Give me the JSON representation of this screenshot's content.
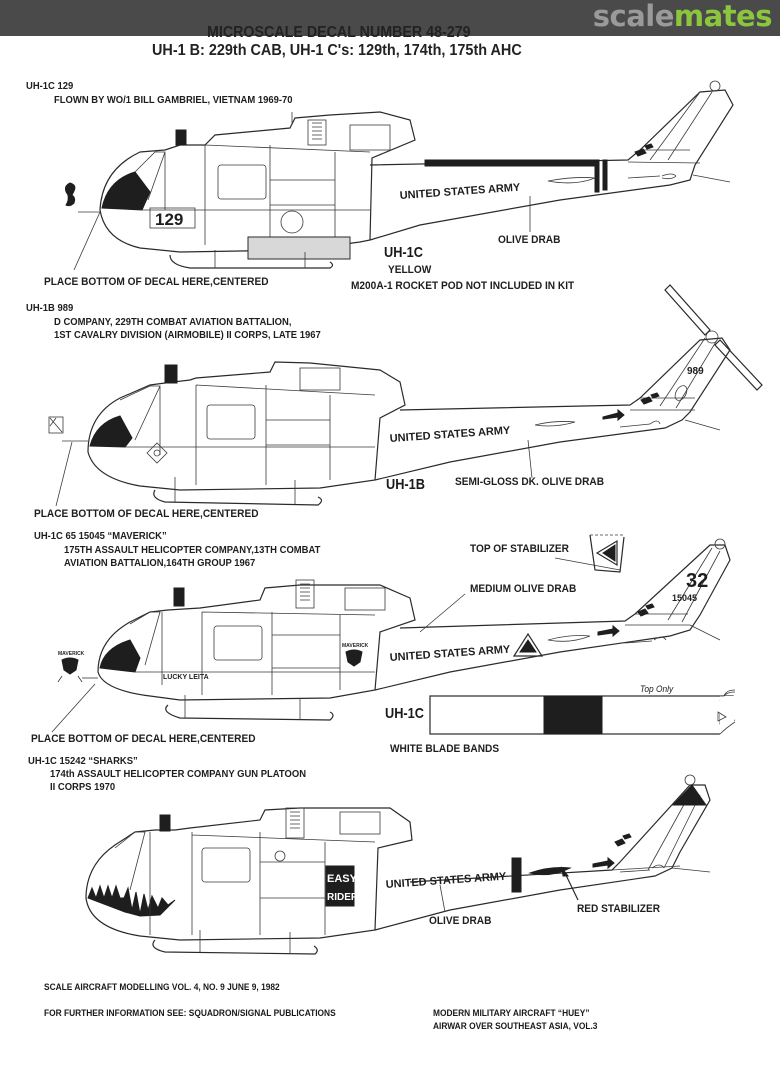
{
  "site": {
    "logo_part1": "scale",
    "logo_part2": "mates",
    "logo_colors": {
      "part1": "#9a9a9a",
      "part2": "#8cc63f",
      "bar": "#4a4a4a"
    }
  },
  "header": {
    "title": "MICROSCALE DECAL NUMBER 48-279",
    "subtitle": "UH-1 B: 229th CAB, UH-1 C's: 129th, 174th, 175th AHC"
  },
  "profiles": [
    {
      "heading": "UH-1C 129",
      "lines": [
        "FLOWN BY WO/1 BILL GAMBRIEL, VIETNAM 1969-70"
      ],
      "nose_number": "129",
      "fuselage_text": "UNITED STATES ARMY",
      "placement_note": "PLACE BOTTOM OF DECAL HERE,CENTERED",
      "type_label": "UH-1C",
      "callouts": [
        "OLIVE DRAB",
        "YELLOW",
        "M200A-1 ROCKET POD NOT INCLUDED IN KIT"
      ]
    },
    {
      "heading": "UH-1B 989",
      "lines": [
        "D COMPANY, 229TH COMBAT AVIATION BATTALION,",
        "1ST CAVALRY DIVISION (AIRMOBILE) II CORPS, LATE 1967"
      ],
      "tail_number": "989",
      "fuselage_text": "UNITED STATES ARMY",
      "placement_note": "PLACE BOTTOM OF DECAL HERE,CENTERED",
      "type_label": "UH-1B",
      "callouts": [
        "SEMI-GLOSS DK. OLIVE DRAB"
      ]
    },
    {
      "heading": "UH-1C 65 15045   “MAVERICK”",
      "lines": [
        "175TH ASSAULT HELICOPTER COMPANY,13TH COMBAT",
        "AVIATION BATTALION,164TH GROUP 1967"
      ],
      "tail_number": "32",
      "tail_serial": "15045",
      "nose_art": "LUCKY LEITA",
      "insignia_label": "MAVERICK",
      "fuselage_text": "UNITED STATES ARMY",
      "placement_note": "PLACE BOTTOM OF DECAL HERE,CENTERED",
      "type_label": "UH-1C",
      "callouts": [
        "TOP OF STABILIZER",
        "MEDIUM OLIVE DRAB",
        "WHITE BLADE BANDS",
        "Top Only"
      ]
    },
    {
      "heading": "UH-1C  15242  “SHARKS”",
      "lines": [
        "174th ASSAULT HELICOPTER COMPANY GUN PLATOON",
        "II CORPS 1970"
      ],
      "door_art": [
        "EASY",
        "RIDER"
      ],
      "fuselage_text": "UNITED STATES ARMY",
      "callouts": [
        "OLIVE DRAB",
        "RED STABILIZER"
      ]
    }
  ],
  "footer": {
    "reference": "SCALE AIRCRAFT MODELLING VOL. 4, NO. 9 JUNE 9, 1982",
    "further_info": "FOR FURTHER INFORMATION SEE:  SQUADRON/SIGNAL PUBLICATIONS",
    "publications": [
      "MODERN MILITARY AIRCRAFT “HUEY”",
      "AIRWAR OVER SOUTHEAST ASIA, VOL.3"
    ]
  }
}
